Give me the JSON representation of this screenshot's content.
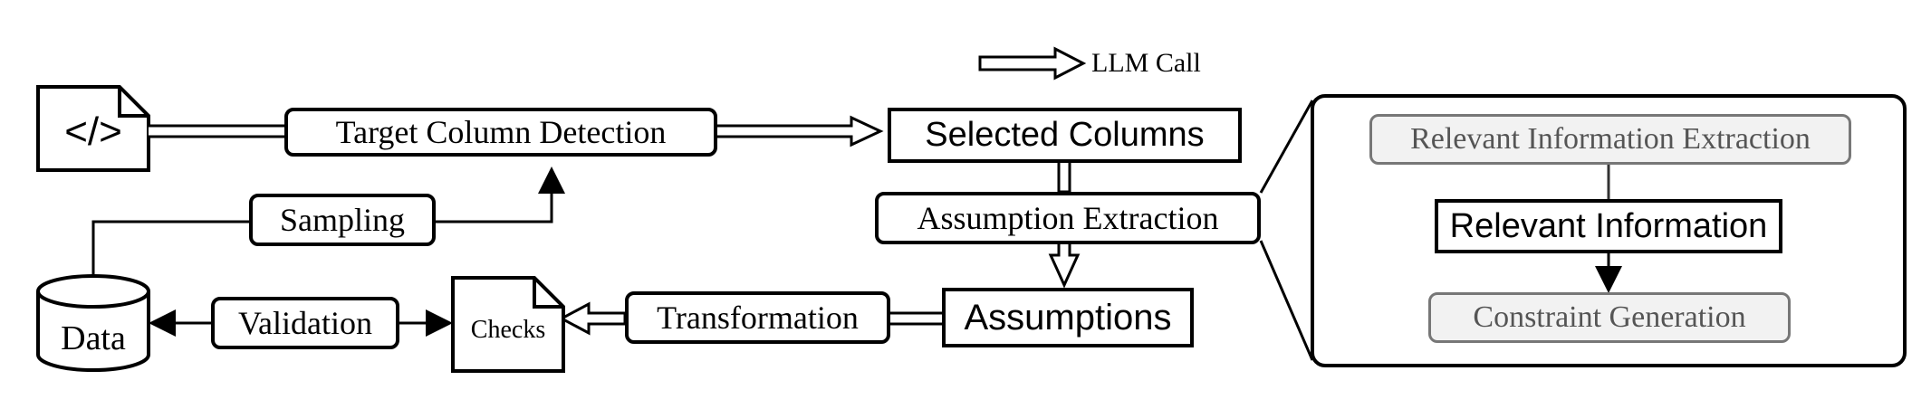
{
  "legend": {
    "label": "LLM Call"
  },
  "nodes": {
    "code_icon": "</>",
    "target_column_detection": "Target Column Detection",
    "selected_columns": "Selected Columns",
    "sampling": "Sampling",
    "assumption_extraction": "Assumption Extraction",
    "data": "Data",
    "validation": "Validation",
    "checks": "Checks",
    "transformation": "Transformation",
    "assumptions": "Assumptions"
  },
  "detail": {
    "relevant_information_extraction": "Relevant Information Extraction",
    "relevant_information": "Relevant Information",
    "constraint_generation": "Constraint Generation"
  },
  "colors": {
    "line": "#000000",
    "grey_border": "#777777",
    "grey_fill": "#f2f2f2",
    "grey_text": "#555555"
  }
}
